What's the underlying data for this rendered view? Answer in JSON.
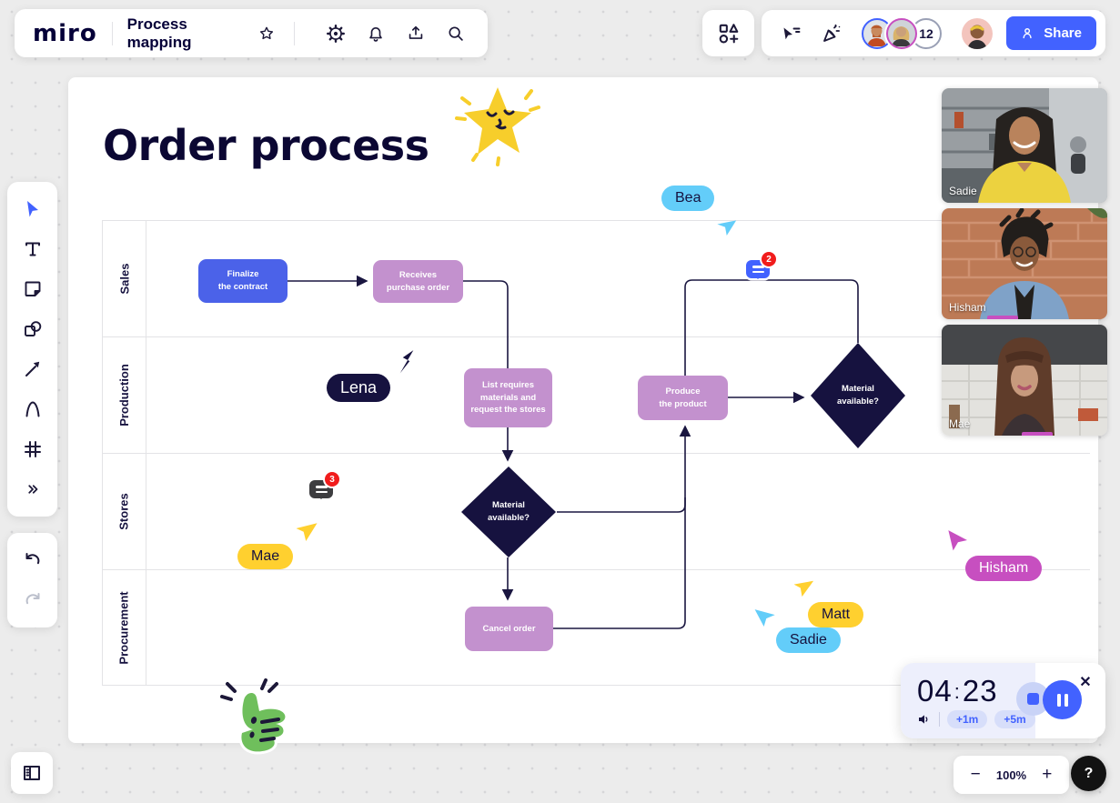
{
  "colors": {
    "accent_blue": "#4262ff",
    "node_blue": "#4b62e9",
    "node_purple": "#c391ce",
    "diamond_navy": "#16123f",
    "cursor_blue": "#63cdf9",
    "cursor_yellow": "#ffd02f",
    "cursor_magenta": "#c74fc0",
    "cursor_navy": "#16123f",
    "badge_red": "#f11c1c",
    "doodle_green": "#6fbf5c",
    "doodle_yellow": "#f7ce2b"
  },
  "top_bar": {
    "logo": "miro",
    "board_title": "Process mapping",
    "icons": [
      "favorite-star-icon",
      "settings-gear-icon",
      "notifications-bell-icon",
      "export-icon",
      "search-icon"
    ]
  },
  "top_right": {
    "icons": [
      "apps-icon",
      "collaborator-cursors-icon",
      "reactions-party-icon"
    ],
    "collaborator_count": "12",
    "share_label": "Share"
  },
  "left_toolbar": {
    "tools": [
      "select",
      "text",
      "sticky-note",
      "shapes",
      "connection-line",
      "pen",
      "frame",
      "more-tools"
    ],
    "history": [
      "undo",
      "redo"
    ]
  },
  "canvas": {
    "title": "Order process",
    "swimlanes": [
      "Sales",
      "Production",
      "Stores",
      "Procurement"
    ],
    "nodes": [
      {
        "label": "Finalize\nthe contract",
        "type": "process",
        "color": "#4b62e9"
      },
      {
        "label": "Receives\npurchase order",
        "type": "process",
        "color": "#c391ce"
      },
      {
        "label": "List requires\nmaterials and\nrequest the stores",
        "type": "process",
        "color": "#c391ce"
      },
      {
        "label": "Produce\nthe product",
        "type": "process",
        "color": "#c391ce"
      },
      {
        "label": "Material\navailable?",
        "type": "decision",
        "color": "#16123f"
      },
      {
        "label": "Material\navailable?",
        "type": "decision",
        "color": "#16123f"
      },
      {
        "label": "Cancel order",
        "type": "process",
        "color": "#c391ce"
      }
    ],
    "comments": [
      {
        "count": "2"
      },
      {
        "count": "3"
      }
    ],
    "cursors": [
      {
        "name": "Bea",
        "color": "#63cdf9"
      },
      {
        "name": "Lena",
        "color": "#16123f"
      },
      {
        "name": "Mae",
        "color": "#ffd02f"
      },
      {
        "name": "Hisham",
        "color": "#c74fc0"
      },
      {
        "name": "Matt",
        "color": "#ffd02f"
      },
      {
        "name": "Sadie",
        "color": "#63cdf9"
      }
    ]
  },
  "video_call": {
    "participants": [
      {
        "name": "Sadie"
      },
      {
        "name": "Hisham"
      },
      {
        "name": "Mae"
      }
    ]
  },
  "timer": {
    "minutes": "04",
    "separator": ":",
    "seconds": "23",
    "add_one": "+1m",
    "add_five": "+5m"
  },
  "zoom_controls": {
    "minus": "−",
    "zoom_level": "100%",
    "plus": "+",
    "help": "?"
  }
}
